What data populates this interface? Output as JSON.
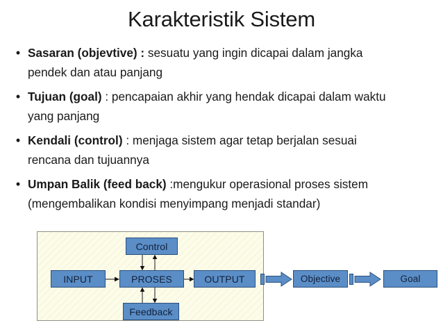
{
  "slide": {
    "title": "Karakteristik Sistem",
    "bullets": [
      {
        "marker": "•",
        "lead": "Sasaran (objevtive) :",
        "rest": " sesuatu yang ingin dicapai dalam jangka pendek dan atau panjang"
      },
      {
        "marker": "•",
        "lead": "Tujuan (goal)",
        "rest": " : pencapaian akhir yang hendak dicapai dalam waktu yang panjang"
      },
      {
        "marker": "•",
        "lead": "Kendali (control)",
        "rest": " : menjaga sistem agar tetap berjalan sesuai rencana dan tujuannya"
      },
      {
        "marker": "•",
        "lead": "Umpan Balik (feed back)",
        "rest": " :mengukur operasional proses sistem (mengembalikan kondisi menyimpang menjadi standar)"
      }
    ]
  },
  "diagram": {
    "nodes": {
      "input": "INPUT",
      "proses": "PROSES",
      "output": "OUTPUT",
      "control": "Control",
      "feedback": "Feedback",
      "objective": "Objective",
      "goal": "Goal"
    },
    "connections": [
      {
        "from": "INPUT",
        "to": "PROSES",
        "style": "line-arrow",
        "direction": "right"
      },
      {
        "from": "PROSES",
        "to": "OUTPUT",
        "style": "line-arrow",
        "direction": "right"
      },
      {
        "from": "Control",
        "to": "PROSES",
        "style": "line-arrow",
        "direction": "down"
      },
      {
        "from": "PROSES",
        "to": "Control",
        "style": "line-arrow",
        "direction": "up"
      },
      {
        "from": "Feedback",
        "to": "PROSES",
        "style": "line-arrow",
        "direction": "up"
      },
      {
        "from": "PROSES",
        "to": "Feedback",
        "style": "line-arrow",
        "direction": "down"
      },
      {
        "from": "system-boundary",
        "to": "Objective",
        "style": "block-arrow",
        "direction": "right"
      },
      {
        "from": "Objective",
        "to": "Goal",
        "style": "block-arrow",
        "direction": "right"
      }
    ],
    "colors": {
      "node_fill": "#5b8ec7",
      "node_border": "#2b4f7d",
      "container_fill": "#fcfce9",
      "container_border": "#8f8f84",
      "connector": "#3a3a3a",
      "text": "#12213a"
    }
  }
}
